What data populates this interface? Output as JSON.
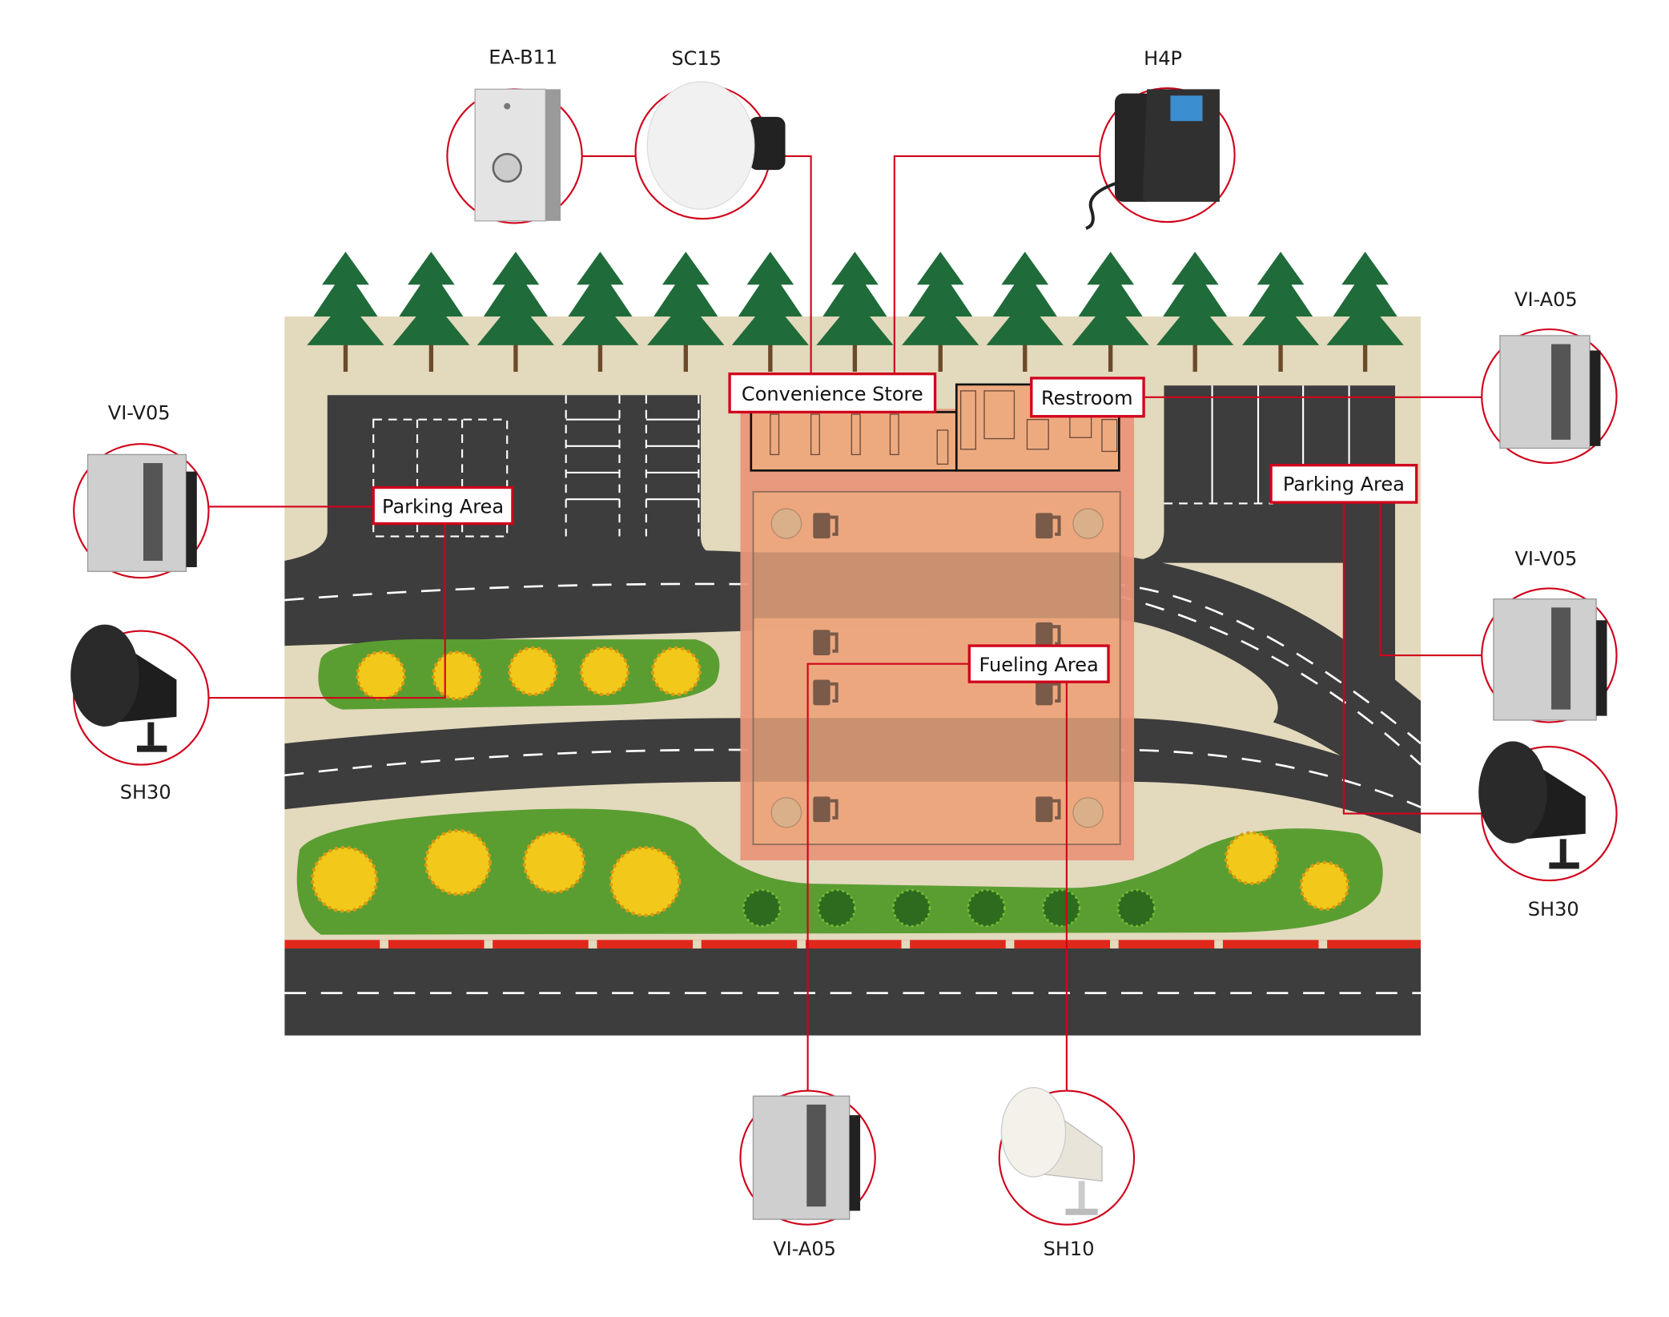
{
  "areas": {
    "convenience_store": "Convenience Store",
    "restroom": "Restroom",
    "parking_left": "Parking Area",
    "parking_right": "Parking Area",
    "fueling": "Fueling Area"
  },
  "devices": {
    "ea_b11": {
      "name": "EA-B11",
      "icon": "door-button-panel"
    },
    "sc15": {
      "name": "SC15",
      "icon": "ceiling-speaker"
    },
    "h4p": {
      "name": "H4P",
      "icon": "ip-desk-phone"
    },
    "vi_a05_right": {
      "name": "VI-A05",
      "icon": "video-intercom"
    },
    "vi_v05_left": {
      "name": "VI-V05",
      "icon": "video-intercom"
    },
    "sh30_left": {
      "name": "SH30",
      "icon": "horn-speaker-black"
    },
    "vi_v05_right": {
      "name": "VI-V05",
      "icon": "video-intercom"
    },
    "sh30_right": {
      "name": "SH30",
      "icon": "horn-speaker-black"
    },
    "vi_a05_bottom": {
      "name": "VI-A05",
      "icon": "video-intercom"
    },
    "sh10": {
      "name": "SH10",
      "icon": "horn-speaker-white"
    }
  },
  "colors": {
    "connector": "#d0021b",
    "ground": "#e3d9bd",
    "road": "#3d3d3d",
    "grass": "#5a9e32",
    "fueling_outer": "#e8967a",
    "fueling_inner": "#eeaa7f",
    "tree": "#1f6b3a"
  }
}
